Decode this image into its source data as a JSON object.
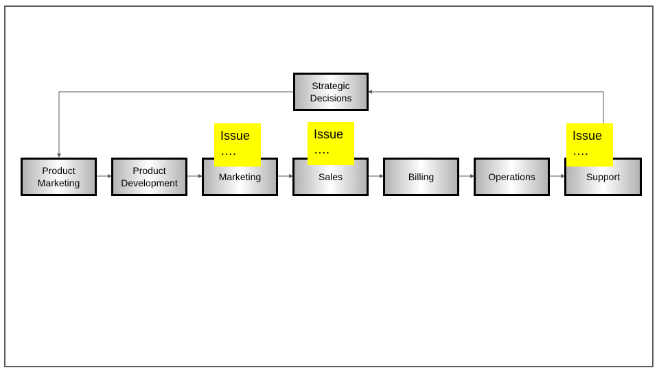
{
  "colors": {
    "box_border": "#000000",
    "box_gradient_edge": "#b3b3b3",
    "box_gradient_center": "#ffffff",
    "sticky_note": "#ffff00",
    "connector": "#595959",
    "frame": "#595959"
  },
  "diagram": {
    "top_node": {
      "label": "Strategic\nDecisions"
    },
    "pipeline": [
      {
        "label": "Product\nMarketing"
      },
      {
        "label": "Product\nDevelopment"
      },
      {
        "label": "Marketing"
      },
      {
        "label": "Sales"
      },
      {
        "label": "Billing"
      },
      {
        "label": "Operations"
      },
      {
        "label": "Support"
      }
    ],
    "notes": [
      {
        "text": "Issue\n….",
        "attached_to": "Marketing"
      },
      {
        "text": "Issue\n….",
        "attached_to": "Sales"
      },
      {
        "text": "Issue\n….",
        "attached_to": "Support"
      }
    ],
    "edges": [
      {
        "from": "Product Marketing",
        "to": "Product Development"
      },
      {
        "from": "Product Development",
        "to": "Marketing"
      },
      {
        "from": "Marketing",
        "to": "Sales"
      },
      {
        "from": "Sales",
        "to": "Billing"
      },
      {
        "from": "Billing",
        "to": "Operations"
      },
      {
        "from": "Operations",
        "to": "Support"
      },
      {
        "from": "Support",
        "to": "Strategic Decisions"
      },
      {
        "from": "Strategic Decisions",
        "to": "Product Marketing"
      }
    ]
  }
}
